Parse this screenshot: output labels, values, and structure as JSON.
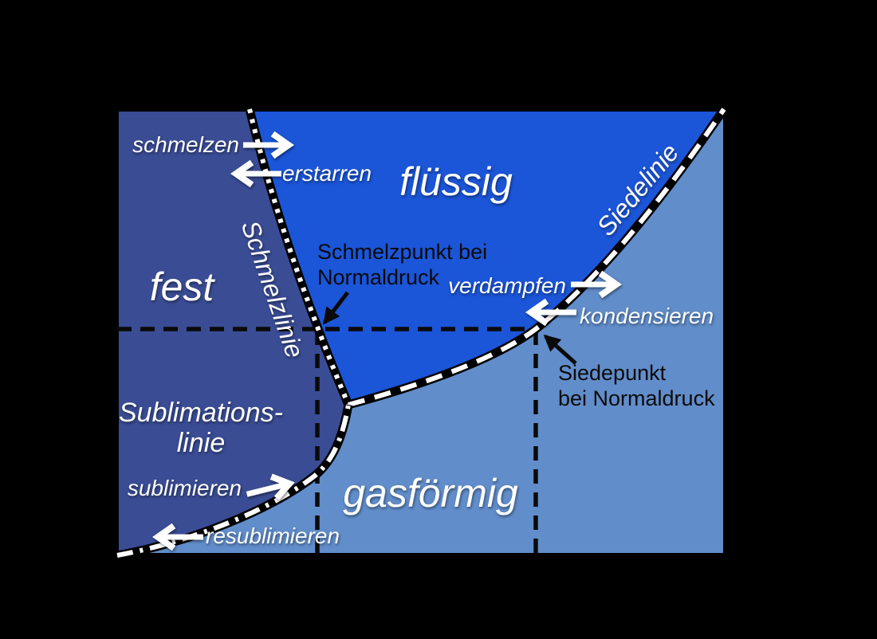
{
  "phase_diagram": {
    "background_color": "#000000",
    "label_color": "#ffffff",
    "annotation_color": "#0a0a0a",
    "regions": {
      "solid": {
        "label": "fest",
        "color": "#3a4c94"
      },
      "liquid": {
        "label": "flüssig",
        "color": "#1b55d8"
      },
      "gas": {
        "label": "gasförmig",
        "color": "#618dca"
      }
    },
    "lines": {
      "melting": {
        "label": "Schmelzlinie",
        "style": "dotted"
      },
      "boiling": {
        "label": "Siedelinie",
        "style": "dashed"
      },
      "sublimation": {
        "label_top": "Sublimations-",
        "label_bottom": "linie",
        "style": "dash-dot"
      }
    },
    "transitions": {
      "melting": "schmelzen",
      "freezing": "erstarren",
      "vaporization": "verdampfen",
      "condensation": "kondensieren",
      "sublimation": "sublimieren",
      "deposition": "resublimieren"
    },
    "annotations": {
      "melting_point": {
        "line1": "Schmelzpunkt bei",
        "line2": "Normaldruck"
      },
      "boiling_point": {
        "line1": "Siedepunkt",
        "line2": "bei Normaldruck"
      }
    },
    "icons": {
      "right-arrow": "→",
      "left-arrow": "←",
      "annotation-arrow": "↖"
    }
  }
}
